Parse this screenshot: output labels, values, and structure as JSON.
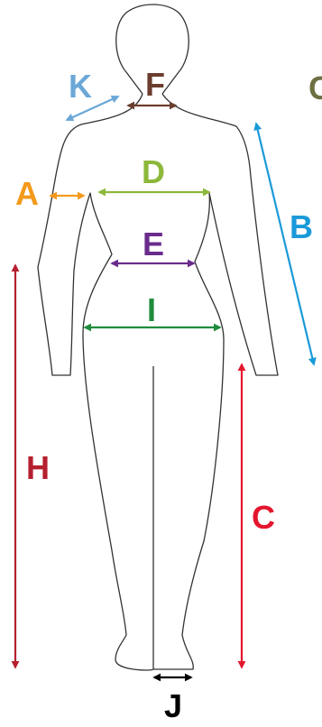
{
  "labels": {
    "A": "A",
    "B": "B",
    "C": "C",
    "D": "D",
    "E": "E",
    "F": "F",
    "H": "H",
    "I": "I",
    "J": "J",
    "K": "K"
  },
  "colors": {
    "A": "#F39A1B",
    "B": "#1A9AD9",
    "C": "#E3162E",
    "D": "#8DB83B",
    "E": "#6A2C8C",
    "F": "#6B3D2E",
    "H": "#B51F2E",
    "I": "#1F8C3D",
    "J": "#000000",
    "K": "#6BA8D8",
    "outline": "#333333",
    "partial_letter": "#6E7043"
  },
  "partial_letter": "C"
}
